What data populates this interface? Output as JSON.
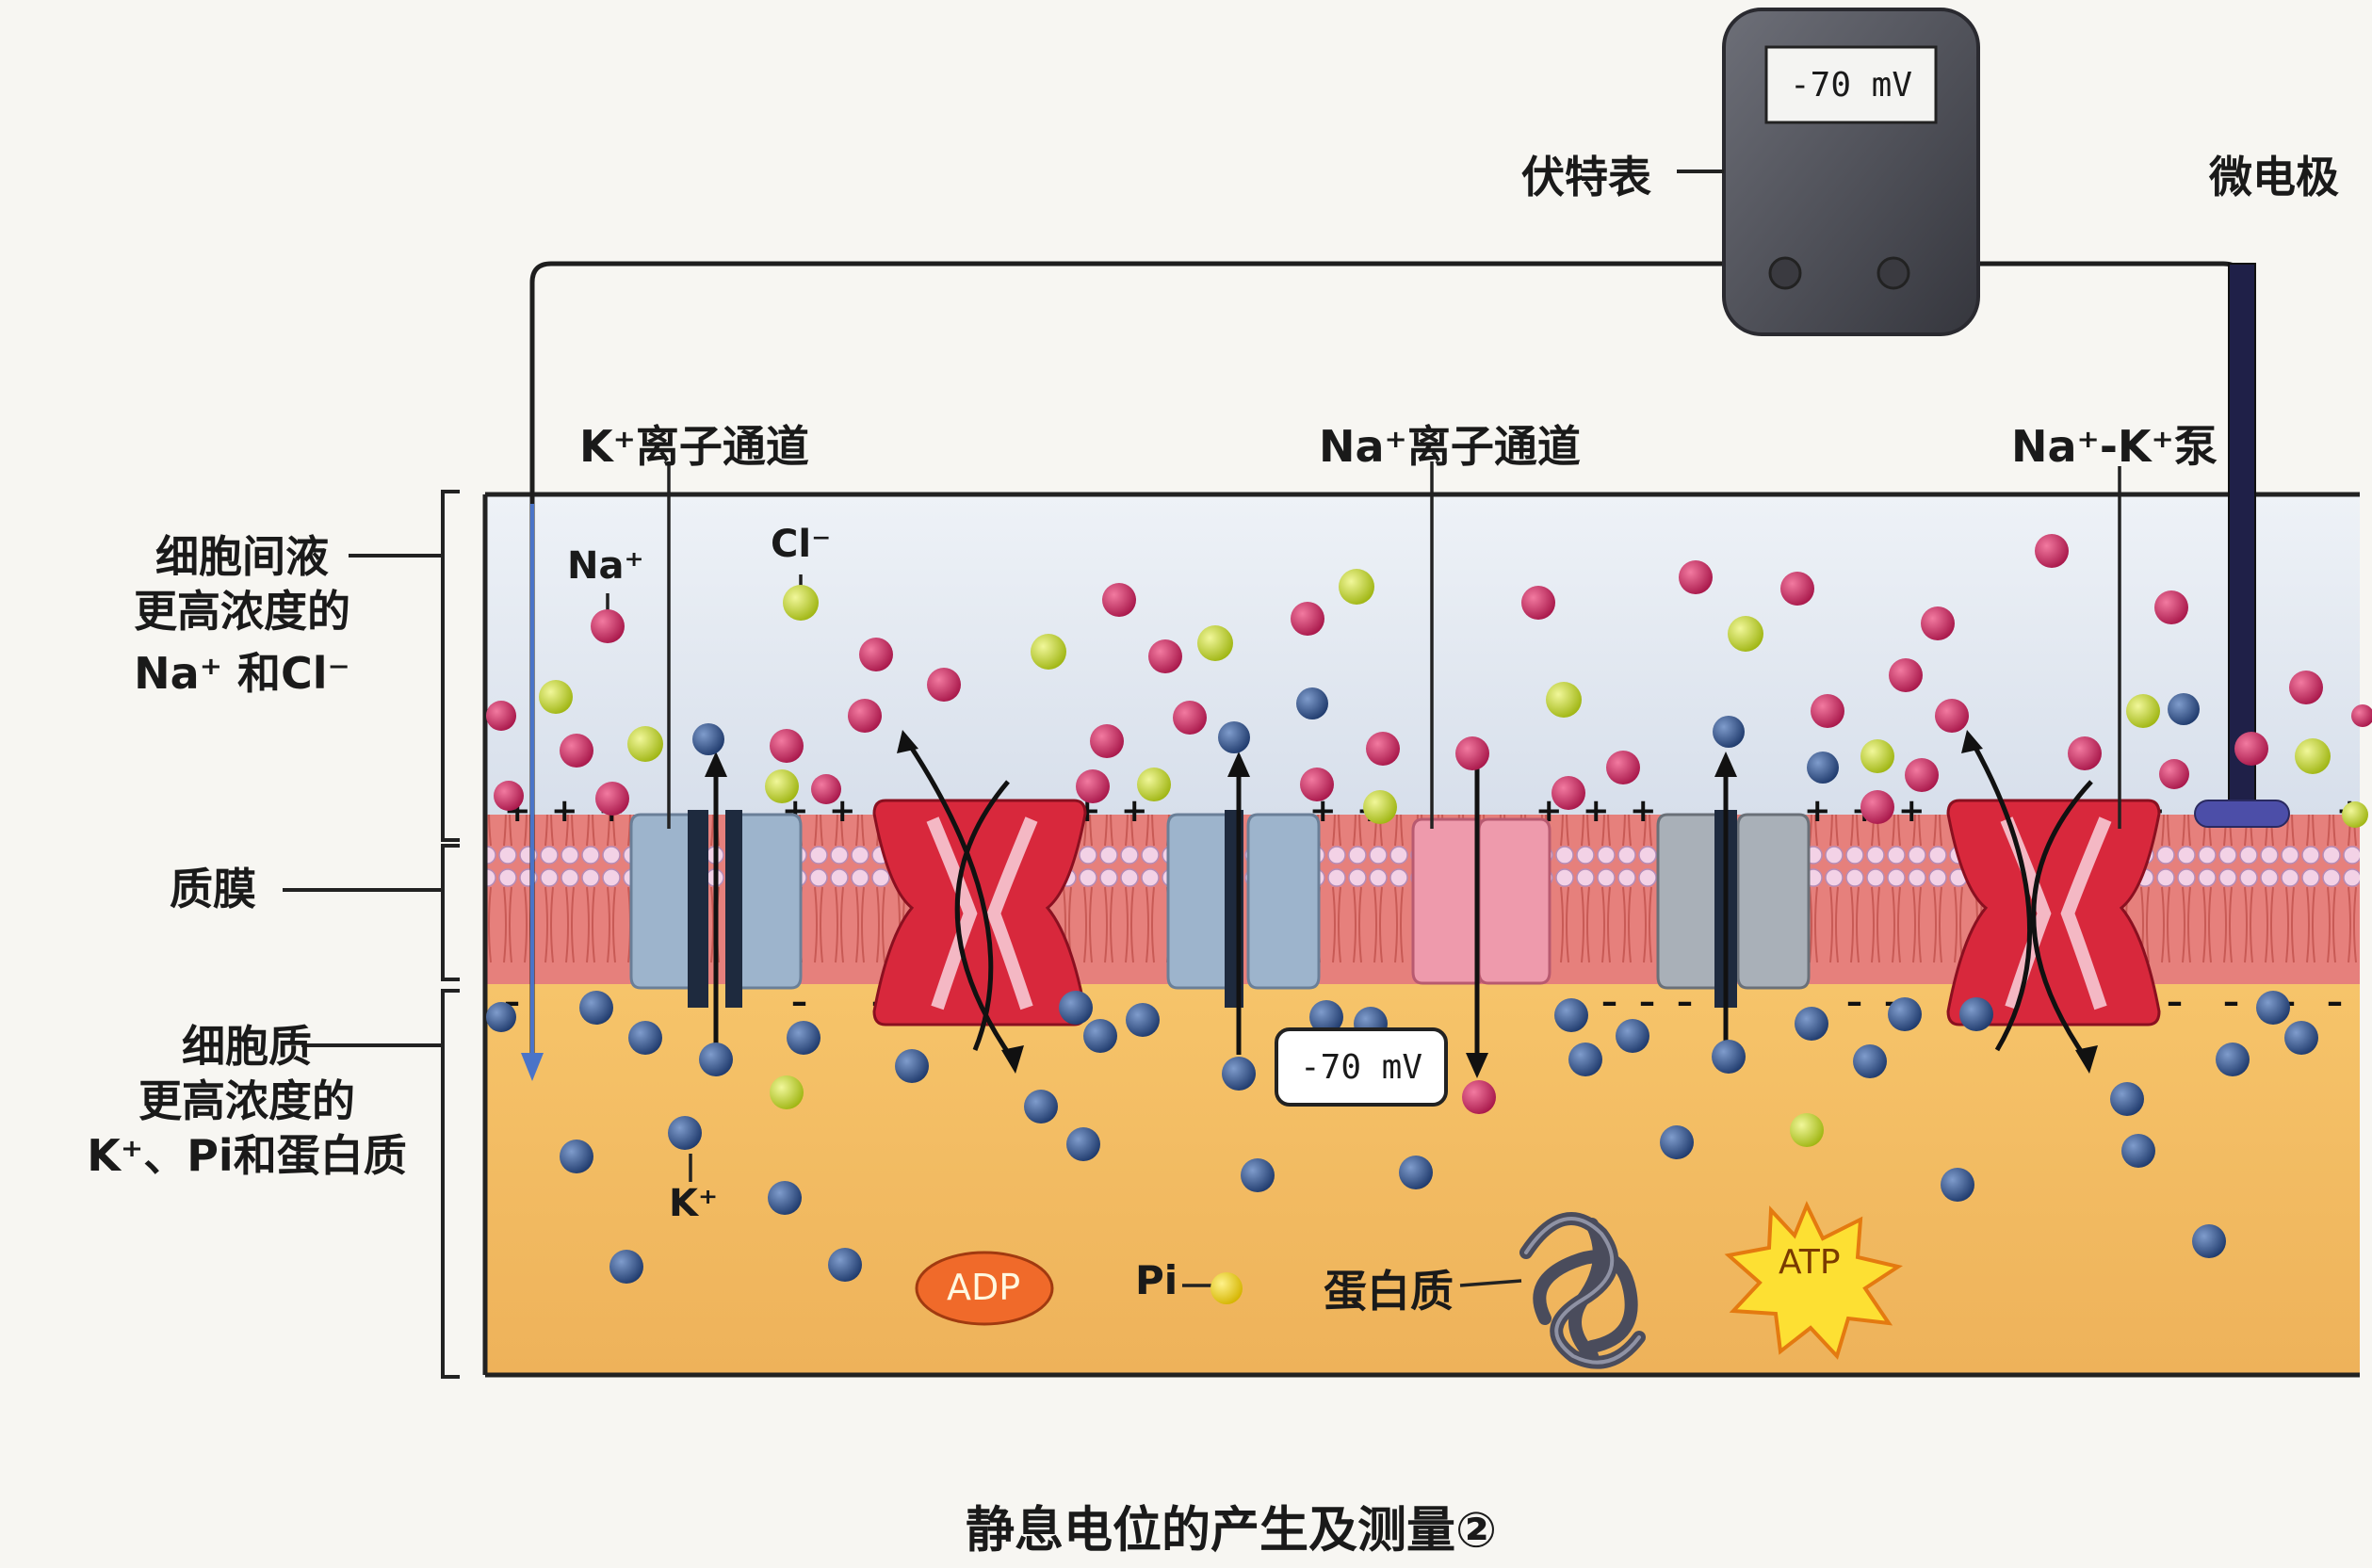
{
  "voltmeter": {
    "reading": "-70 mV",
    "label": "伏特表"
  },
  "electrode_label": "微电极",
  "channels": {
    "k_channel": "K⁺离子通道",
    "na_channel": "Na⁺离子通道",
    "pump": "Na⁺-K⁺泵"
  },
  "sides": {
    "extracellular": [
      "细胞间液",
      "更高浓度的",
      "Na⁺ 和Cl⁻"
    ],
    "membrane": "质膜",
    "cytoplasm": [
      "细胞质",
      "更高浓度的",
      "K⁺、Pi和蛋白质"
    ]
  },
  "ions": {
    "na": "Na⁺",
    "cl": "Cl⁻",
    "k": "K⁺"
  },
  "inside_reading": "-70 mV",
  "molecules": {
    "adp": "ADP",
    "pi": "Pi",
    "protein": "蛋白质",
    "atp": "ATP"
  },
  "caption": "静息电位的产生及测量②",
  "colors": {
    "na_ion": "#c8245a",
    "cl_ion": "#c6d82a",
    "k_ion": "#2c4e86",
    "extracellular_bg": "#dfe6f0",
    "cytoplasm_bg": "#f2b85a",
    "membrane": "#e77b78",
    "k_channel": "#9db4cc",
    "pump": "#d8283c"
  }
}
